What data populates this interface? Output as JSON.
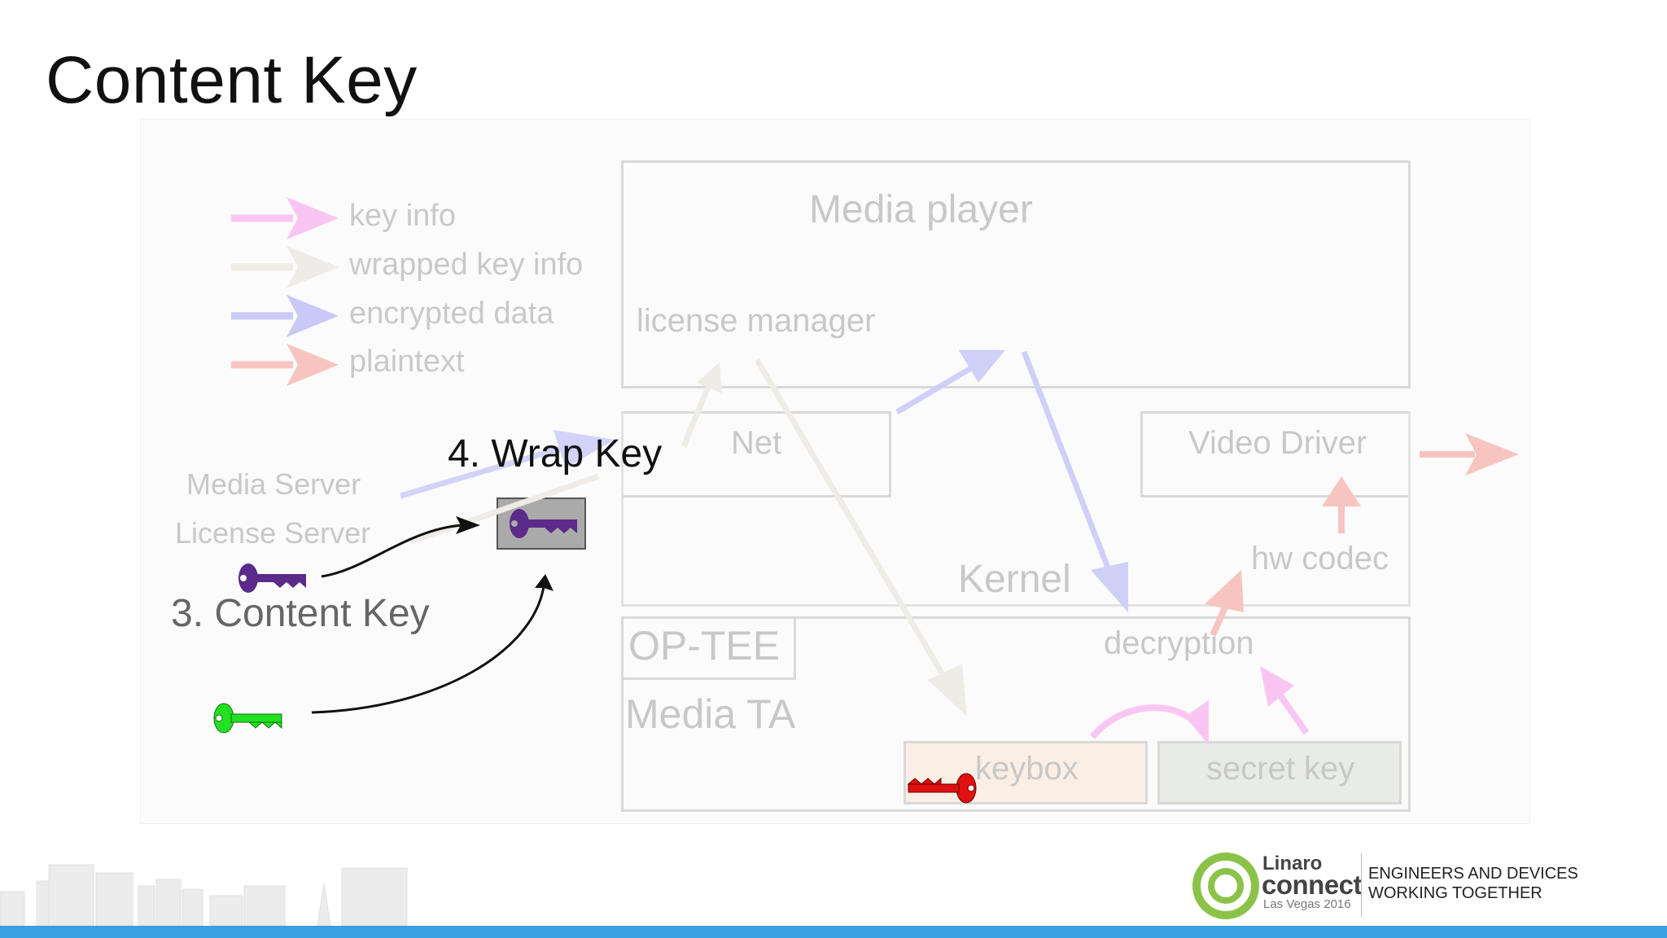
{
  "slide": {
    "title": "Content Key"
  },
  "legend": [
    {
      "label": "key info",
      "color": "#f9c6f3"
    },
    {
      "label": "wrapped key info",
      "color": "#efebe6"
    },
    {
      "label": "encrypted data",
      "color": "#c9c9f7"
    },
    {
      "label": "plaintext",
      "color": "#f8c4c0"
    }
  ],
  "diagram": {
    "media_player": "Media player",
    "license_manager": "license manager",
    "net": "Net",
    "video_driver": "Video Driver",
    "kernel": "Kernel",
    "hw_codec": "hw codec",
    "optee": "OP-TEE",
    "media_ta": "Media TA",
    "decryption": "decryption",
    "keybox": "keybox",
    "secret_key": "secret key",
    "media_server": "Media Server",
    "license_server": "License Server",
    "step_content_key": "3. Content Key",
    "step_wrap_key": "4. Wrap Key"
  },
  "keys": {
    "content_key_color": "#5b2a8a",
    "device_key_color": "#22e022",
    "keybox_key_color": "#e01010",
    "wrapped_key_color": "#5b2a8a"
  },
  "footer": {
    "logo_name": "Linaro",
    "logo_connect": "connect",
    "logo_event": "Las Vegas 2016",
    "tagline_line1": "ENGINEERS AND DEVICES",
    "tagline_line2": "WORKING TOGETHER",
    "bar_color": "#3aa0e0"
  }
}
